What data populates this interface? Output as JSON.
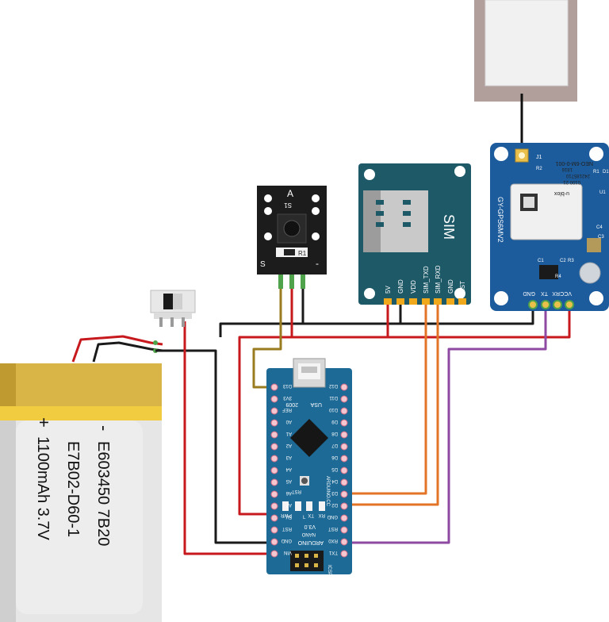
{
  "battery": {
    "label_line1": "E603450 7B20",
    "label_line2": "E7B02-D60-1",
    "label_line3": "1100mAh 3.7V",
    "plus": "+",
    "minus": "-"
  },
  "switch": {},
  "button_module": {
    "top_label": "A",
    "mark": "S1",
    "pin_s": "S",
    "pin_minus": "-",
    "resistor": "R1"
  },
  "sim_module": {
    "title": "SIM",
    "pins": [
      "5V",
      "GND",
      "VDD",
      "SIM_TXD",
      "SIM_RXD",
      "GND",
      "RST"
    ]
  },
  "gps_module": {
    "name": "GY-GPS6MV2",
    "chip_brand": "u-blox",
    "chip_model": "NEO-6M-0-001",
    "chip_serial": "242185710",
    "chip_code1": "0100 21",
    "chip_code2": "1816",
    "antenna_label": "J1",
    "labels": [
      "R2",
      "R1",
      "D1",
      "U1",
      "C3",
      "C4",
      "C1",
      "C2",
      "R3",
      "R4"
    ],
    "pins": [
      "GND",
      "TX",
      "RX",
      "VCC"
    ]
  },
  "arduino": {
    "name_line1": "ARDUINO",
    "name_line2": "NANO",
    "version": "V3.0",
    "usa": "USA",
    "year": "2009",
    "rst": "RST",
    "icsp": "ICSP",
    "pwr": "PWR",
    "rx": "RX",
    "tx": "TX",
    "led_l": "L",
    "side_label": "ARDUINO.CC",
    "left_pins": [
      "D13",
      "3V3",
      "REF",
      "A0",
      "A1",
      "A2",
      "A3",
      "A4",
      "A5",
      "A6",
      "A7",
      "5V",
      "RST",
      "GND",
      "VIN"
    ],
    "right_pins": [
      "D12",
      "D11",
      "D10",
      "D9",
      "D8",
      "D7",
      "D6",
      "D5",
      "D4",
      "D3",
      "D2",
      "GND",
      "RST",
      "RX0",
      "TX1"
    ]
  },
  "colors": {
    "board_blue": "#1d5c9c",
    "sim_board": "#1e5968",
    "wire_red": "#c7191d",
    "wire_black": "#1a1a1a",
    "wire_orange": "#e37427",
    "wire_purple": "#8e4aa2",
    "wire_olive": "#9a7b1f",
    "wire_green": "#4fa34b",
    "battery_gold": "#d9b447"
  }
}
